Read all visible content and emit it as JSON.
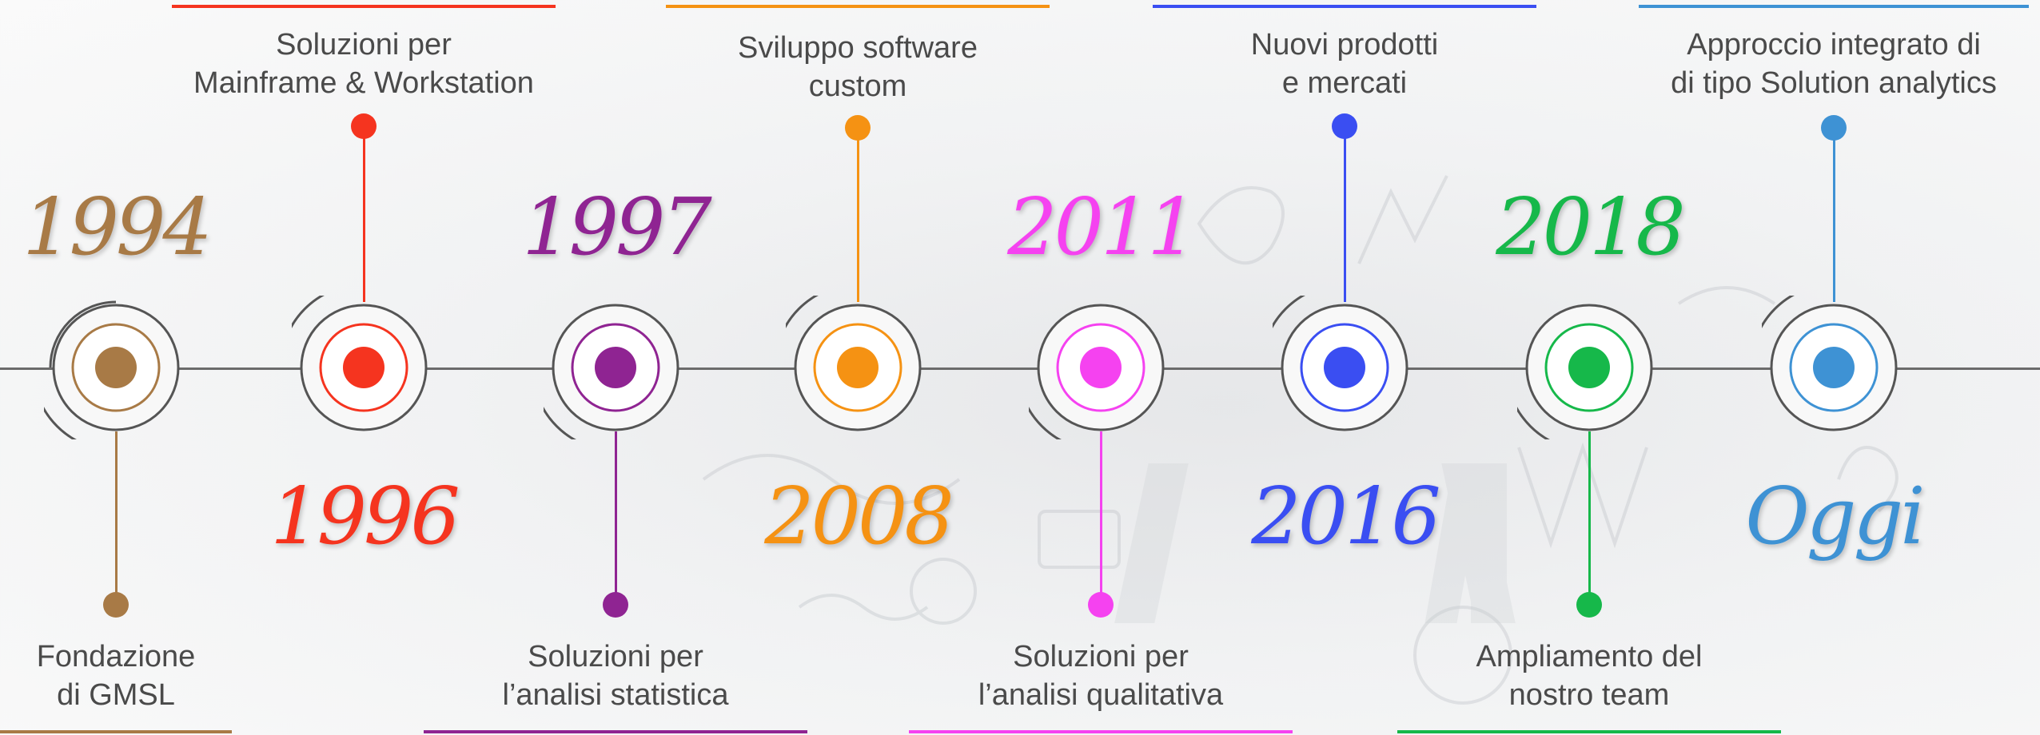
{
  "milestones": [
    {
      "year": "1994",
      "line1": "Fondazione",
      "line2": "di GMSL",
      "color": "#a87a46"
    },
    {
      "year": "1996",
      "line1": "Soluzioni per",
      "line2": "Mainframe & Workstation",
      "color": "#f5341f"
    },
    {
      "year": "1997",
      "line1": "Soluzioni per",
      "line2": "l’analisi statistica",
      "color": "#8f2492"
    },
    {
      "year": "2008",
      "line1": "Sviluppo software",
      "line2": "custom",
      "color": "#f59213"
    },
    {
      "year": "2011",
      "line1": "Soluzioni per",
      "line2": "l’analisi qualitativa",
      "color": "#f542f0"
    },
    {
      "year": "2016",
      "line1": "Nuovi prodotti",
      "line2": "e mercati",
      "color": "#3a4ef2"
    },
    {
      "year": "2018",
      "line1": "Ampliamento del",
      "line2": "nostro team",
      "color": "#16b84a"
    },
    {
      "year": "Oggi",
      "line1": "Approccio integrato di",
      "line2": "di tipo Solution analytics",
      "color": "#3e92d4"
    }
  ]
}
